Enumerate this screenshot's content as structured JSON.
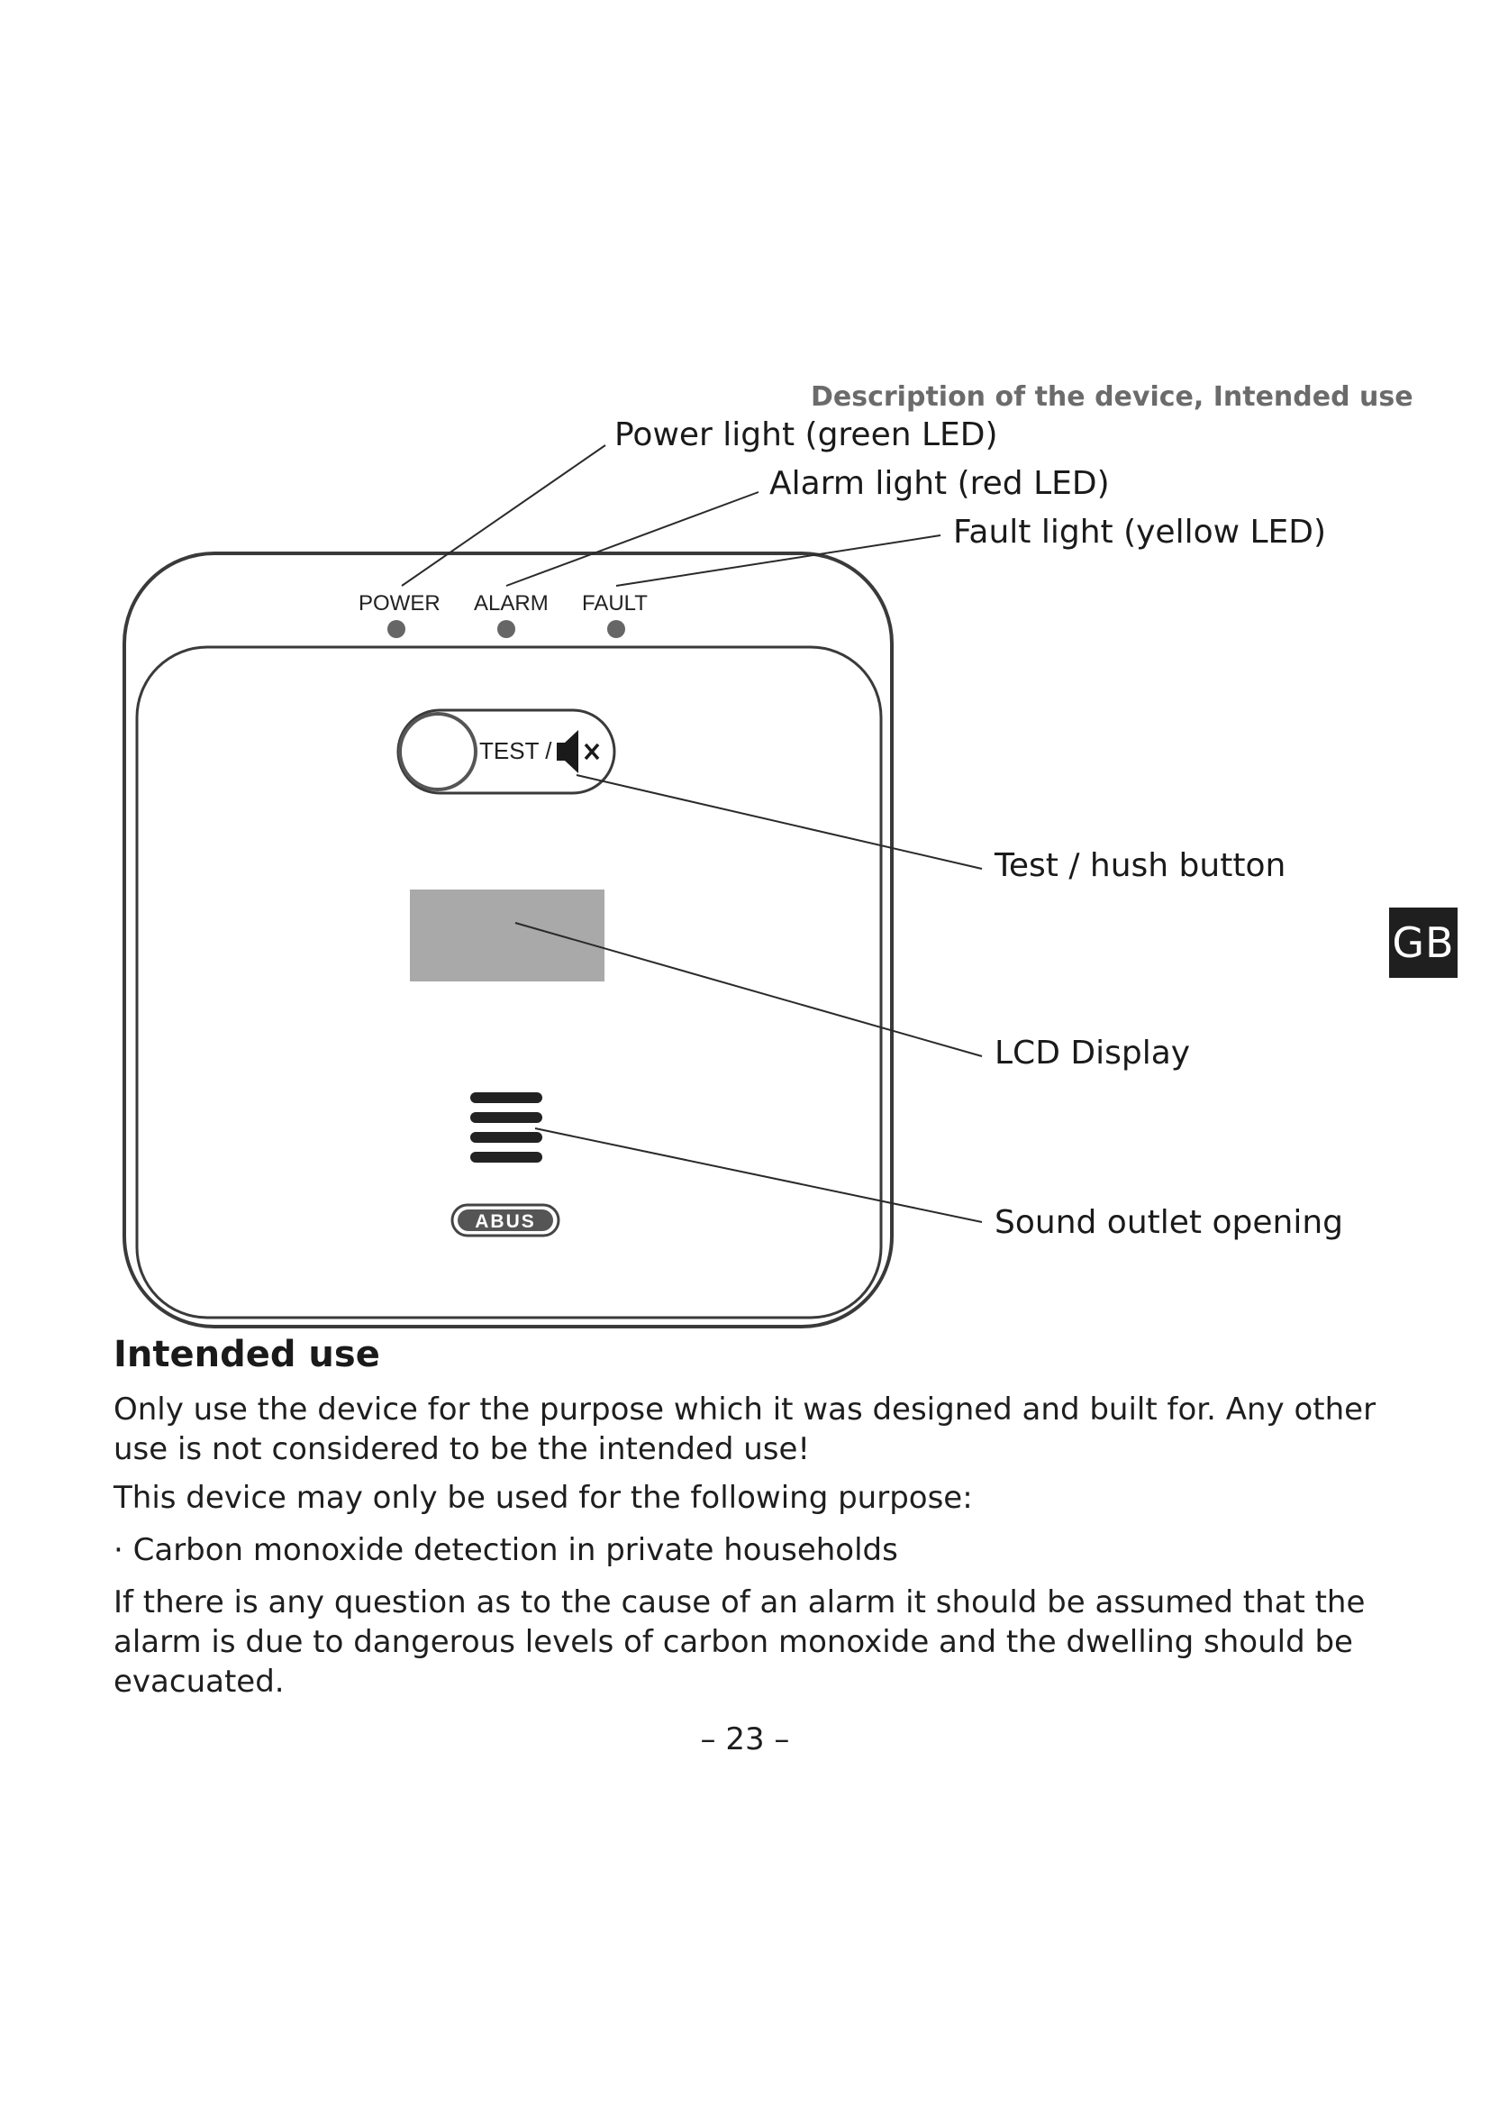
{
  "header": {
    "running_title": "Description of the device, Intended use"
  },
  "diagram": {
    "led_labels": [
      "POWER",
      "ALARM",
      "FAULT"
    ],
    "button_label": "TEST /",
    "brand": "ABUS",
    "callouts": {
      "power": "Power light (green LED)",
      "alarm": "Alarm light (red LED)",
      "fault": "Fault light (yellow LED)",
      "test": "Test / hush button",
      "lcd": "LCD Display",
      "sound": "Sound outlet opening"
    },
    "colors": {
      "outline": "#3a3a3a",
      "lcd": "#a9a9a9",
      "led": "#666666"
    }
  },
  "language_tab": "GB",
  "section": {
    "title": "Intended use",
    "paragraphs": [
      "Only use the device for the purpose which it was designed and built for. Any other use is not considered to be the intended use!",
      "This device may only be used for the following purpose:",
      "· Carbon monoxide detection in private households",
      "If there is any question as to the cause of an alarm it should be assumed that the alarm is due to dangerous levels of carbon monoxide and the dwelling should be evacuated."
    ]
  },
  "page_number": "– 23 –"
}
